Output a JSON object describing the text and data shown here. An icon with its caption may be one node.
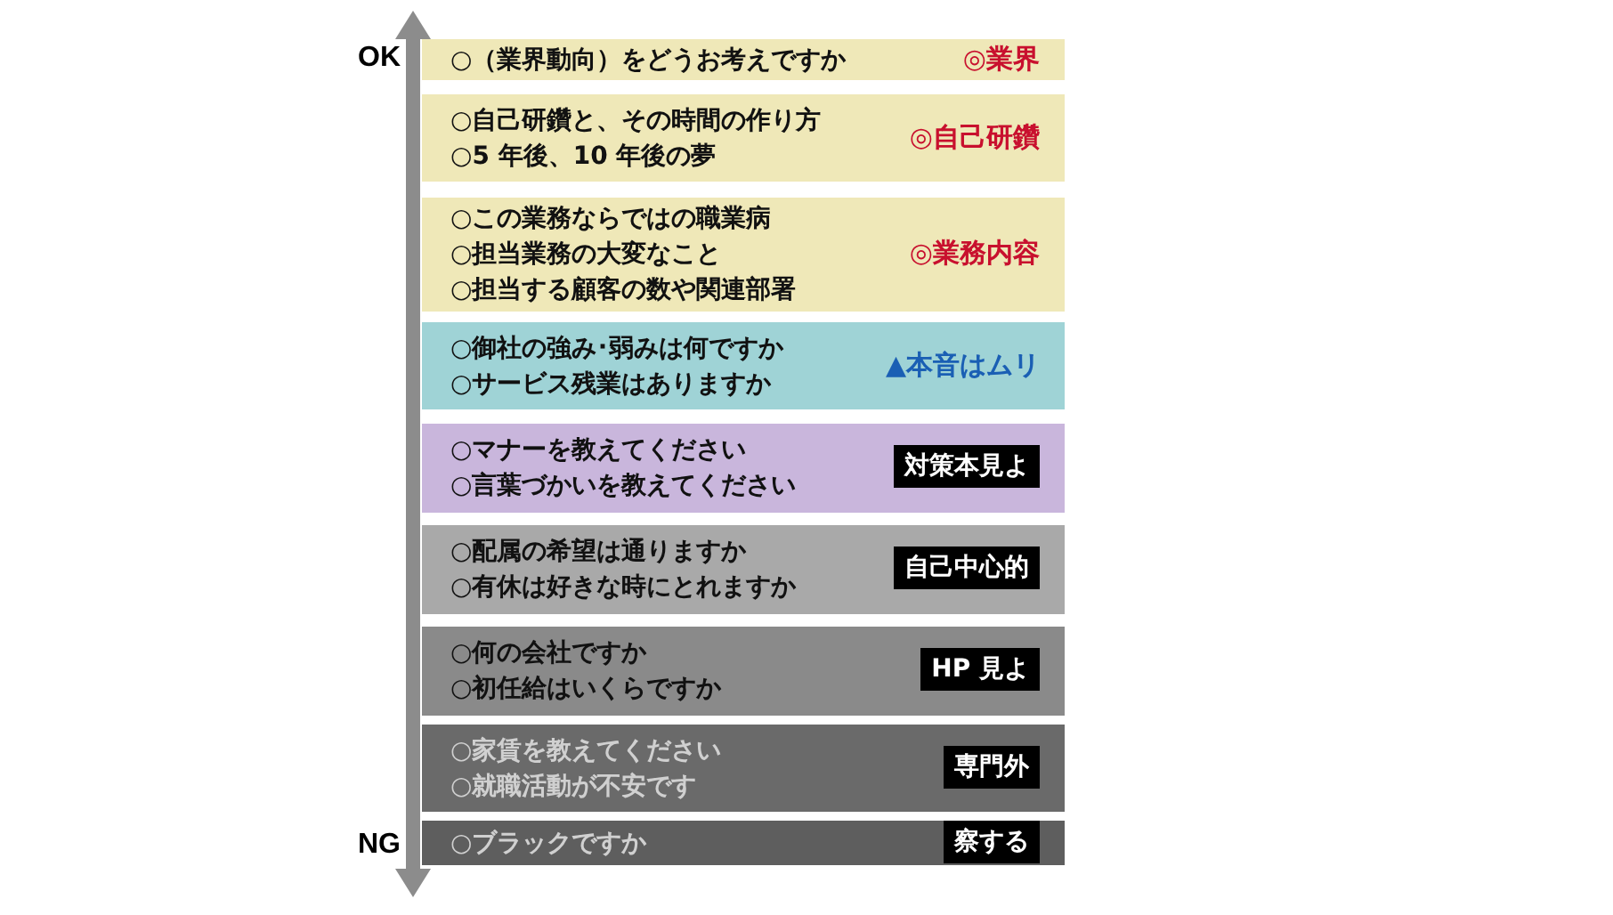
{
  "diagram": {
    "nodes": [
      {
        "text": [
          "○（業界動向）をどうお考えですか",
          "◎業界"
        ]
      },
      {
        "text": [
          "○自己研鑽と、その時間の作り方",
          "○5 年後、10 年後の夢",
          "◎自己研鑽"
        ]
      },
      {
        "text": [
          "○この業務ならではの職業病",
          "○担当業務の大変なこと",
          "○担当する顧客の数や関連部署",
          "◎業務内容"
        ]
      },
      {
        "text": [
          "○御社の強み･弱みは何ですか",
          "○サービス残業はありますか",
          "▲本音はムリ"
        ]
      },
      {
        "text": [
          "○マナーを教えてください",
          "○言葉づかいを教えてください"
        ]
      },
      {
        "text": [
          "対策本見よ"
        ],
        "in": 4
      },
      {
        "text": [
          "○配属の希望は通りますか",
          "○有休は好きな時にとれますか"
        ]
      },
      {
        "text": [
          "自己中心的"
        ],
        "in": 6
      },
      {
        "text": [
          "○何の会社ですか",
          "○初任給はいくらですか"
        ]
      },
      {
        "text": [
          "HP 見よ"
        ],
        "in": 8
      },
      {
        "text": [
          "○家賃を教えてください",
          "○就職活動が不安です"
        ]
      },
      {
        "text": [
          "専門外"
        ],
        "in": 10
      },
      {
        "text": [
          "○ブラックですか"
        ]
      },
      {
        "text": [
          "察する"
        ],
        "in": 12
      }
    ],
    "labels": [
      "OK",
      "NG"
    ]
  }
}
